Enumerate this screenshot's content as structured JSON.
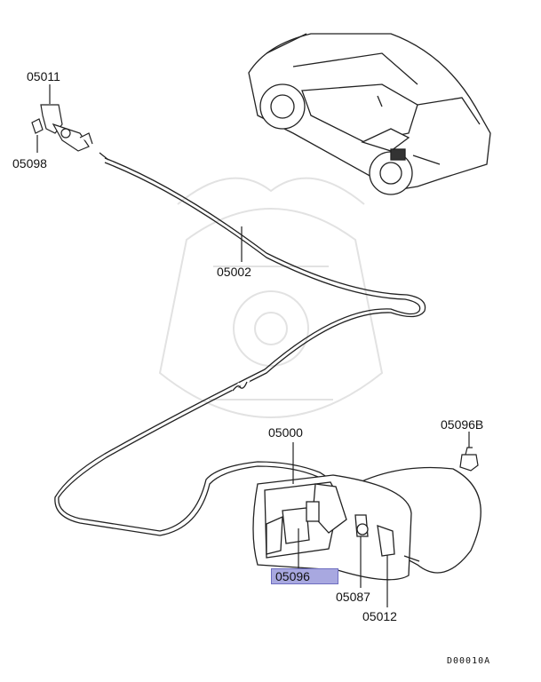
{
  "diagram": {
    "labels": {
      "p05011": "05011",
      "p05098": "05098",
      "p05002": "05002",
      "p05000": "05000",
      "p05096B": "05096B",
      "p05096": "05096",
      "p05087": "05087",
      "p05012": "05012"
    },
    "highlighted_part": "05096",
    "highlight_color": "#a8a8e0",
    "diagram_code": "D00010A"
  }
}
